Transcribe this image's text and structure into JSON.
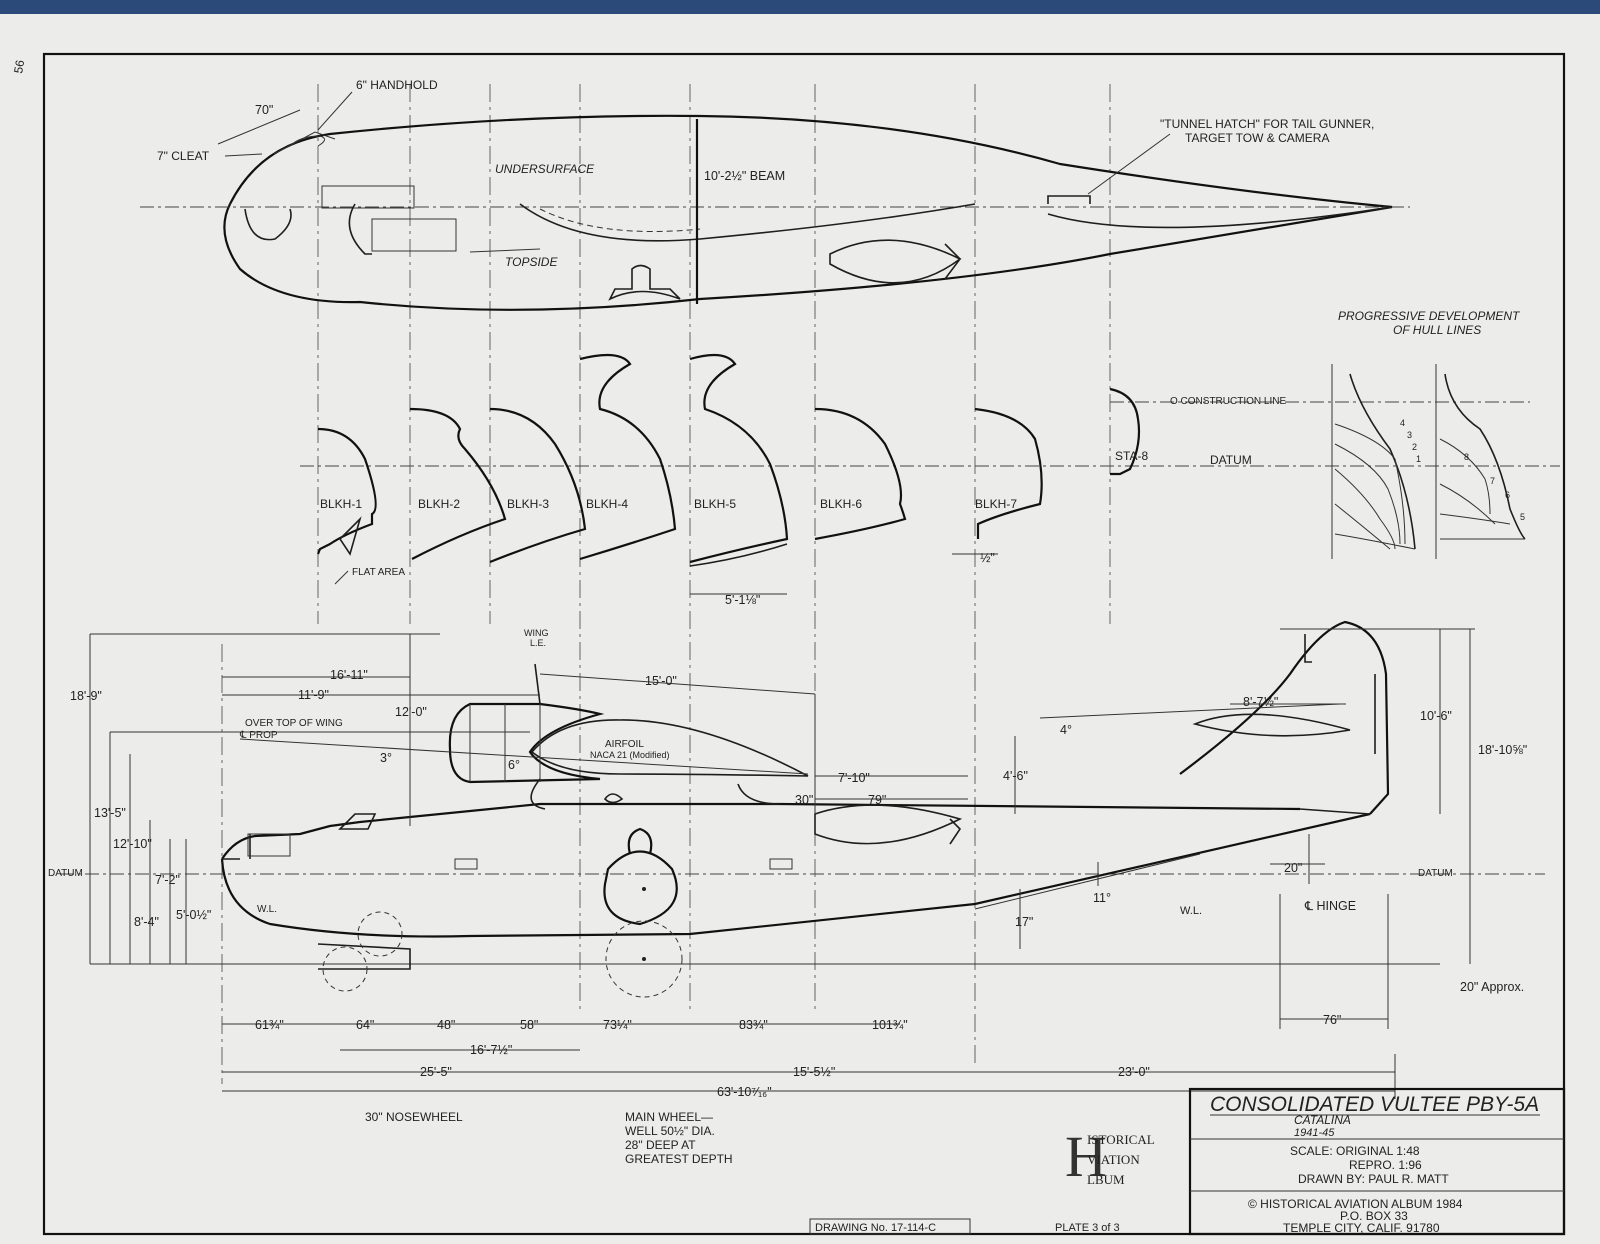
{
  "page_number_mark": "56",
  "plan_view": {
    "handhold": "6\" HANDHOLD",
    "dim_70": "70\"",
    "cleat": "7\" CLEAT",
    "undersurface": "UNDERSURFACE",
    "topside": "TOPSIDE",
    "beam": "10'-2½\" BEAM",
    "tunnel_hatch_line1": "\"TUNNEL HATCH\" FOR TAIL GUNNER,",
    "tunnel_hatch_line2": "TARGET TOW & CAMERA"
  },
  "bulkheads": {
    "items": [
      "BLKH-1",
      "BLKH-2",
      "BLKH-3",
      "BLKH-4",
      "BLKH-5",
      "BLKH-6",
      "BLKH-7",
      "STA-8"
    ],
    "flat_area": "FLAT AREA",
    "half_inch": "½\"",
    "dim_5_1": "5'-1⅛\"",
    "construction_line": "O CONSTRUCTION LINE",
    "datum": "DATUM",
    "progressive_line1": "PROGRESSIVE DEVELOPMENT",
    "progressive_line2": "OF HULL LINES",
    "stations_front": [
      "4",
      "3",
      "2",
      "1"
    ],
    "stations_rear": [
      "8",
      "7",
      "6",
      "5"
    ]
  },
  "side_view": {
    "wing_le": "WING",
    "wing_le2": "L.E.",
    "dims": {
      "d18_9": "18'-9\"",
      "d16_11": "16'-11\"",
      "d11_9": "11'-9\"",
      "d15_0": "15'-0\"",
      "d12_0": "12'-0\"",
      "d3deg": "3°",
      "d6deg": "6°",
      "d13_5": "13'-5\"",
      "d12_10": "12'-10\"",
      "d7_2": "7'-2\"",
      "d8_4": "8'-4\"",
      "d5_0": "5'-0½\"",
      "d7_10": "7'-10\"",
      "d79": "79\"",
      "d30": "30\"",
      "d4_6": "4'-6\"",
      "d4deg": "4°",
      "d8_7": "8'-7½\"",
      "d10_6": "10'-6\"",
      "d18_10": "18'-10⅝\"",
      "d20": "20\"",
      "d11deg": "11°",
      "d17": "17\"",
      "d20approx": "20\" Approx.",
      "d76": "76\""
    },
    "over_top": "OVER TOP OF WING",
    "prop": "℄ PROP",
    "airfoil": "AIRFOIL",
    "naca": "NACA 21 (Modified)",
    "datum_left": "DATUM",
    "datum_right": "DATUM",
    "wl_left": "W.L.",
    "wl_right": "W.L.",
    "hinge": "℄ HINGE",
    "bottom_dims": [
      "61¾\"",
      "64\"",
      "48\"",
      "58\"",
      "73¼\"",
      "83¾\"",
      "101¾\""
    ],
    "d16_7": "16'-7½\"",
    "d25_5": "25'-5\"",
    "d15_5": "15'-5½\"",
    "d23_0": "23'-0\"",
    "d63_10": "63'-10⁷⁄₁₆\""
  },
  "notes": {
    "nosewheel": "30\" NOSEWHEEL",
    "main_wheel": [
      "MAIN WHEEL—",
      "WELL 50½\" DIA.",
      "28\" DEEP AT",
      "GREATEST DEPTH"
    ]
  },
  "logo": {
    "l1": "ISTORICAL",
    "l2": "VIATION",
    "l3": "LBUM"
  },
  "title_block": {
    "title": "CONSOLIDATED VULTEE PBY-5A",
    "subtitle": "CATALINA",
    "years": "1941-45",
    "scale1": "SCALE: ORIGINAL 1:48",
    "scale2": "REPRO. 1:96",
    "drawn_by": "DRAWN BY: PAUL R. MATT",
    "copyright": "© HISTORICAL AVIATION ALBUM 1984",
    "po_box": "P.O. BOX 33",
    "city": "TEMPLE CITY, CALIF. 91780"
  },
  "drawing_no": "DRAWING No. 17-114-C",
  "plate": "PLATE 3 of 3"
}
